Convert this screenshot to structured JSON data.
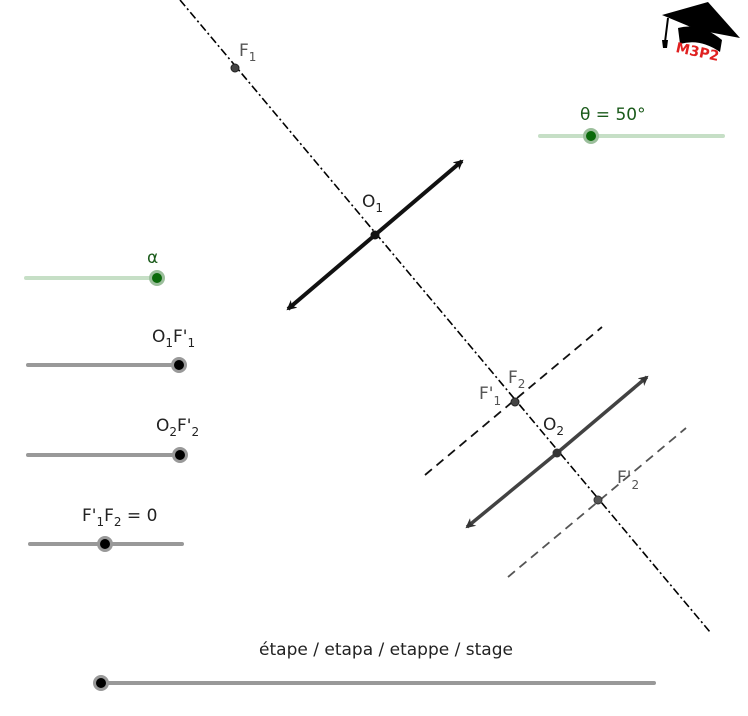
{
  "logo": {
    "text": "M3P2"
  },
  "points": {
    "F1": {
      "base": "F",
      "sub": "1"
    },
    "O1": {
      "base": "O",
      "sub": "1"
    },
    "F2": {
      "base": "F",
      "sub": "2"
    },
    "Fp1": {
      "base": "F'",
      "sub": "1"
    },
    "O2": {
      "base": "O",
      "sub": "2"
    },
    "Fp2": {
      "base": "F'",
      "sub": "2"
    }
  },
  "sliders": {
    "theta": {
      "label": "θ = 50°",
      "value": 50,
      "fraction": 0.28,
      "color": "#006400"
    },
    "alpha": {
      "label": "α",
      "fraction": 1.0,
      "color": "#006400"
    },
    "o1f1": {
      "base": "O",
      "sub1": "1",
      "mid": "F'",
      "sub2": "1",
      "fraction": 1.0
    },
    "o2f2": {
      "base": "O",
      "sub1": "2",
      "mid": "F'",
      "sub2": "2",
      "fraction": 1.0
    },
    "f1f2": {
      "base": "F'",
      "sub1": "1",
      "mid": "F",
      "sub2": "2",
      "suffix": " = 0",
      "value": 0,
      "fraction": 0.5
    },
    "stage": {
      "label": "étape / etapa / etappe / stage",
      "fraction": 0.0
    }
  },
  "colors": {
    "axis": "#000000",
    "lens1": "#111111",
    "lens2": "#333333",
    "slider_green_track": "#c6dfc6",
    "slider_gray_track": "#999999"
  }
}
